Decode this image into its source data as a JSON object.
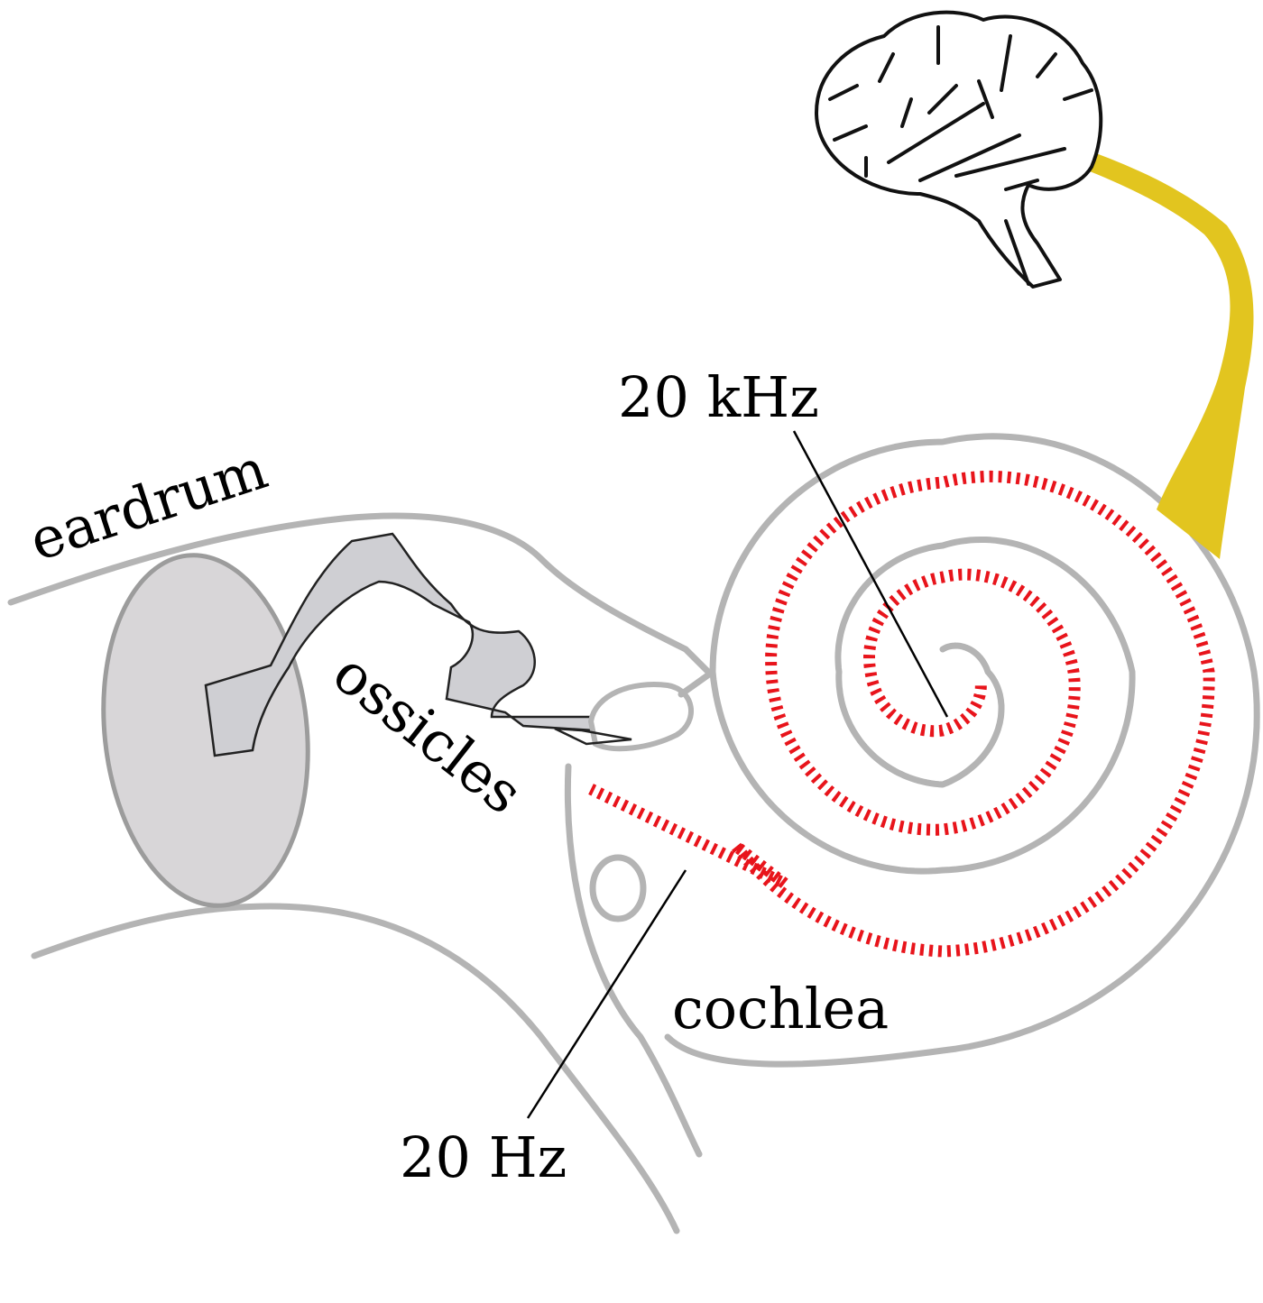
{
  "labels": {
    "eardrum": "eardrum",
    "ossicles": "ossicles",
    "cochlea": "cochlea",
    "high_freq": "20 kHz",
    "low_freq": "20 Hz"
  },
  "colors": {
    "structure_gray": "#b4b4b4",
    "hair_cells_red": "#e8141b",
    "nerve_yellow": "#e2c51f",
    "eardrum_fill": "#d8d6d8",
    "ossicle_fill": "#cfcfd3"
  }
}
